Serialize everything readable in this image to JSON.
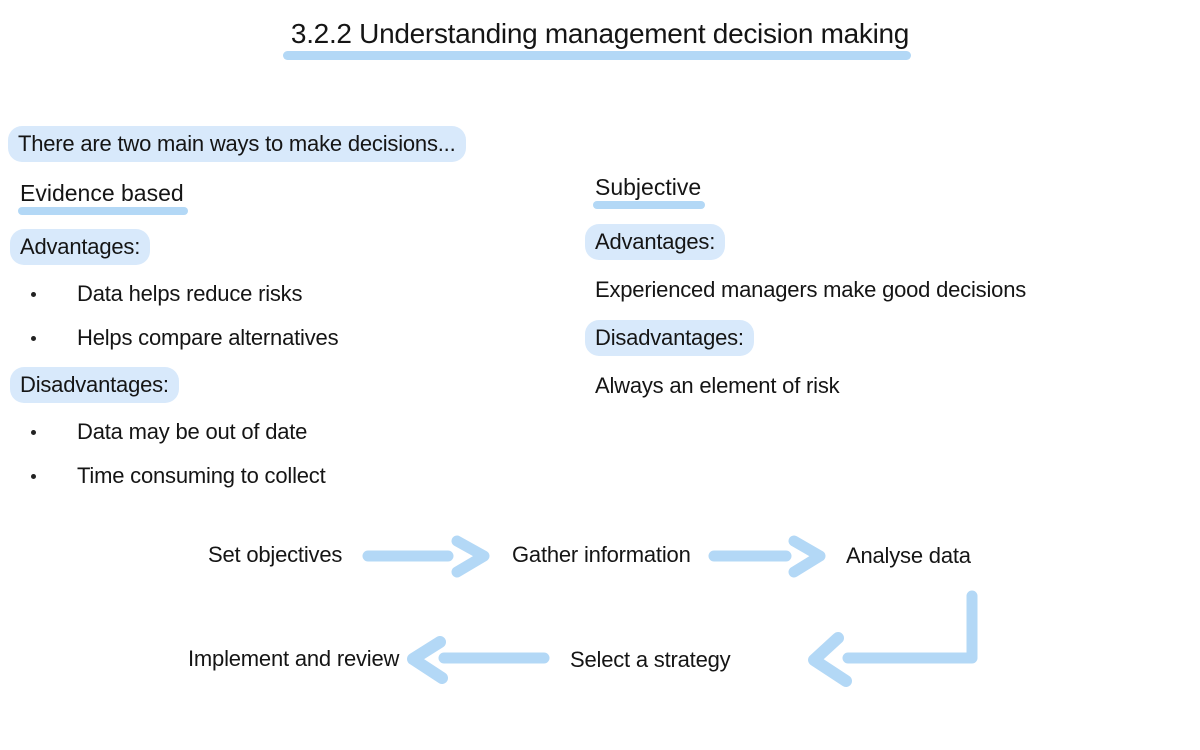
{
  "page": {
    "title": "3.2.2 Understanding management decision making",
    "intro": "There are two main ways to make decisions..."
  },
  "columns": [
    {
      "heading": "Evidence based",
      "advantages_label": "Advantages:",
      "advantages": [
        "Data helps reduce risks",
        "Helps compare alternatives"
      ],
      "disadvantages_label": "Disadvantages:",
      "disadvantages": [
        "Data may be out of date",
        "Time consuming to collect"
      ]
    },
    {
      "heading": "Subjective",
      "advantages_label": "Advantages:",
      "advantages": [
        "Experienced managers make good decisions"
      ],
      "disadvantages_label": "Disadvantages:",
      "disadvantages": [
        "Always an element of risk"
      ]
    }
  ],
  "flow": {
    "steps": [
      "Set objectives",
      "Gather information",
      "Analyse data",
      "Select a strategy",
      "Implement and review"
    ]
  },
  "colors": {
    "accent": "#b3d8f6",
    "highlight": "#d8e9fb",
    "text": "#151515"
  }
}
